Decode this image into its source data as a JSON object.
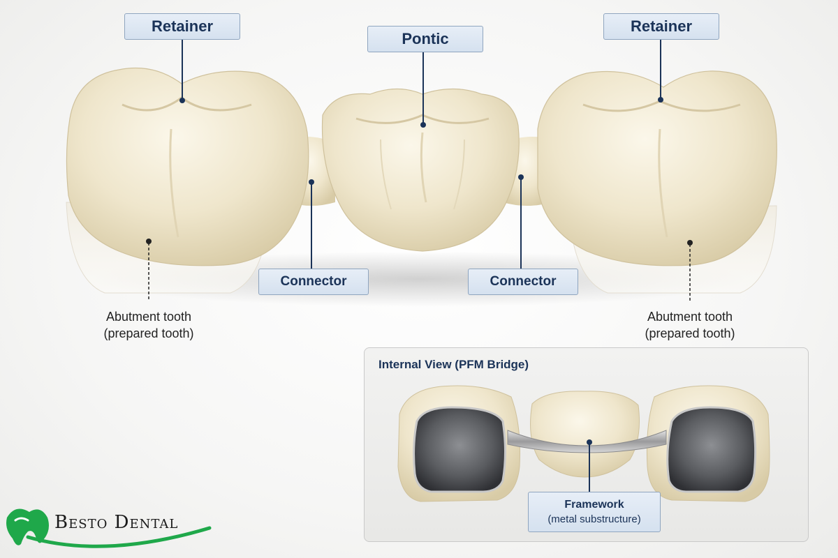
{
  "labels": {
    "retainer_left": "Retainer",
    "pontic": "Pontic",
    "retainer_right": "Retainer",
    "connector_left": "Connector",
    "connector_right": "Connector",
    "abutment_left_line1": "Abutment tooth",
    "abutment_left_line2": "(prepared tooth)",
    "abutment_right_line1": "Abutment tooth",
    "abutment_right_line2": "(prepared tooth)"
  },
  "inset": {
    "title": "Internal View (PFM Bridge)",
    "framework_title": "Framework",
    "framework_subtitle": "(metal substructure)"
  },
  "logo": {
    "text": "Besto Dental",
    "icon": "tooth-icon"
  },
  "colors": {
    "callout_fill": "#dbe5f1",
    "callout_border": "#8fa5bf",
    "label_text": "#1b3358",
    "porcelain": "#ece3c8",
    "metal": "#6a6c70",
    "brand_green": "#1fa84a"
  }
}
